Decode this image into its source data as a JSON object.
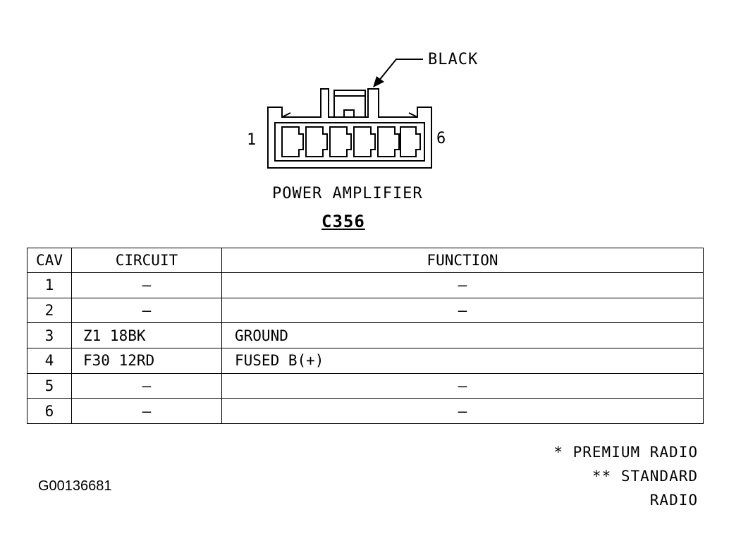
{
  "connector": {
    "color_label": "BLACK",
    "pin_first": "1",
    "pin_last": "6",
    "name": "POWER AMPLIFIER",
    "id": "C356"
  },
  "table": {
    "headers": {
      "cav": "CAV",
      "circuit": "CIRCUIT",
      "function": "FUNCTION"
    },
    "rows": [
      {
        "cav": "1",
        "circuit": "–",
        "function": "–"
      },
      {
        "cav": "2",
        "circuit": "–",
        "function": "–"
      },
      {
        "cav": "3",
        "circuit": "Z1 18BK",
        "function": "GROUND"
      },
      {
        "cav": "4",
        "circuit": "F30 12RD",
        "function": "FUSED B(+)"
      },
      {
        "cav": "5",
        "circuit": "–",
        "function": "–"
      },
      {
        "cav": "6",
        "circuit": "–",
        "function": "–"
      }
    ]
  },
  "legend": {
    "premium": "* PREMIUM RADIO",
    "standard": "** STANDARD RADIO"
  },
  "figure_id": "G00136681"
}
